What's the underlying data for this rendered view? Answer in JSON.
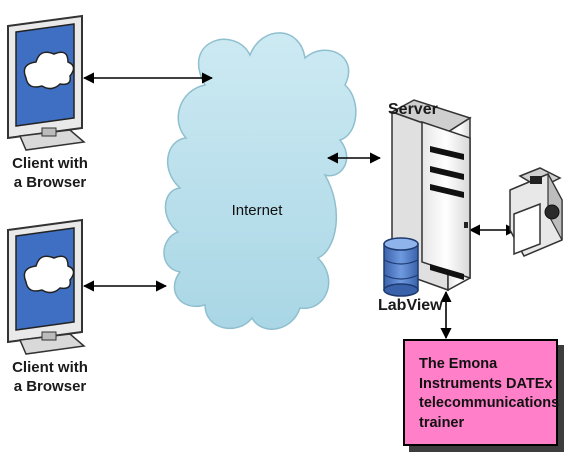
{
  "clients": [
    {
      "label_line1": "Client with",
      "label_line2": "a Browser"
    },
    {
      "label_line1": "Client with",
      "label_line2": "a Browser"
    }
  ],
  "cloud": {
    "label": "Internet"
  },
  "server": {
    "label": "Server",
    "software_label": "LabView"
  },
  "trainer": {
    "text": "The Emona Instruments DATEx telecommunications trainer"
  },
  "colors": {
    "monitor_screen": "#3f6fc2",
    "cloud_fill": "#bfe3ee",
    "server_body": "#f2f2f2",
    "database": "#4a78c4",
    "trainer_fill": "#ff7fc8"
  },
  "icons": [
    "monitor-icon",
    "cloud-icon",
    "server-icon",
    "database-icon",
    "camera-icon"
  ]
}
